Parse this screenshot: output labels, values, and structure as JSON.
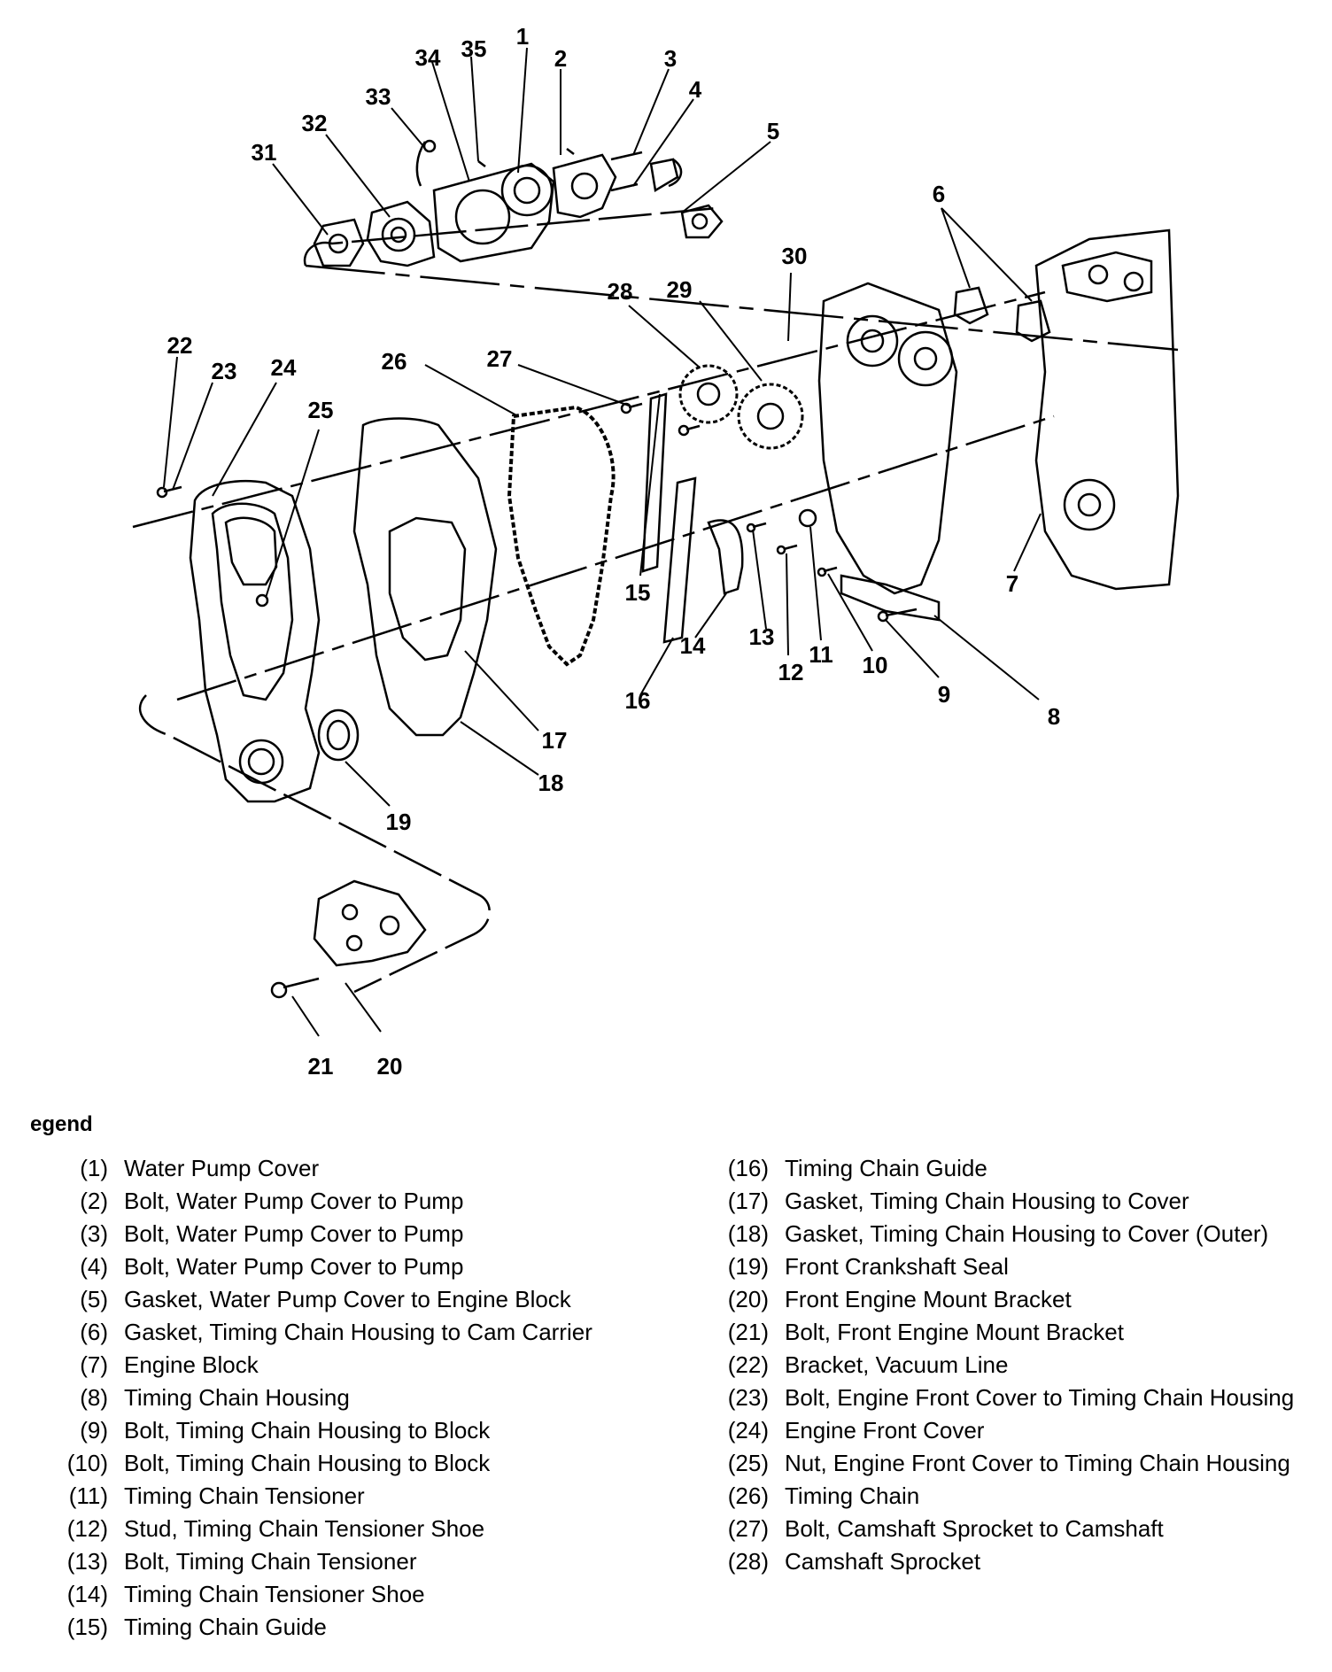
{
  "callouts": [
    "1",
    "2",
    "3",
    "4",
    "5",
    "6",
    "7",
    "8",
    "9",
    "10",
    "11",
    "12",
    "13",
    "14",
    "15",
    "16",
    "17",
    "18",
    "19",
    "20",
    "21",
    "22",
    "23",
    "24",
    "25",
    "26",
    "27",
    "28",
    "29",
    "30",
    "31",
    "32",
    "33",
    "34",
    "35"
  ],
  "legend": {
    "title": "egend",
    "left": [
      {
        "num": "(1)",
        "text": "Water Pump Cover"
      },
      {
        "num": "(2)",
        "text": "Bolt, Water Pump Cover to Pump"
      },
      {
        "num": "(3)",
        "text": "Bolt, Water Pump Cover to Pump"
      },
      {
        "num": "(4)",
        "text": "Bolt, Water Pump Cover to Pump"
      },
      {
        "num": "(5)",
        "text": "Gasket, Water Pump Cover to Engine Block"
      },
      {
        "num": "(6)",
        "text": "Gasket, Timing Chain Housing to Cam Carrier"
      },
      {
        "num": "(7)",
        "text": "Engine Block"
      },
      {
        "num": "(8)",
        "text": "Timing Chain Housing"
      },
      {
        "num": "(9)",
        "text": "Bolt, Timing Chain Housing to Block"
      },
      {
        "num": "(10)",
        "text": "Bolt, Timing Chain Housing to Block"
      },
      {
        "num": "(11)",
        "text": "Timing Chain Tensioner"
      },
      {
        "num": "(12)",
        "text": "Stud, Timing Chain Tensioner Shoe"
      },
      {
        "num": "(13)",
        "text": "Bolt, Timing Chain Tensioner"
      },
      {
        "num": "(14)",
        "text": "Timing Chain Tensioner Shoe"
      },
      {
        "num": "(15)",
        "text": "Timing Chain Guide"
      }
    ],
    "right": [
      {
        "num": "(16)",
        "text": "Timing Chain Guide"
      },
      {
        "num": "(17)",
        "text": "Gasket, Timing Chain Housing to Cover"
      },
      {
        "num": "(18)",
        "text": "Gasket, Timing Chain Housing to Cover (Outer)"
      },
      {
        "num": "(19)",
        "text": "Front Crankshaft Seal"
      },
      {
        "num": "(20)",
        "text": "Front Engine Mount Bracket"
      },
      {
        "num": "(21)",
        "text": "Bolt, Front Engine Mount Bracket"
      },
      {
        "num": "(22)",
        "text": "Bracket, Vacuum Line"
      },
      {
        "num": "(23)",
        "text": "Bolt, Engine Front Cover to Timing Chain Housing"
      },
      {
        "num": "(24)",
        "text": "Engine Front Cover"
      },
      {
        "num": "(25)",
        "text": "Nut, Engine Front Cover to Timing Chain Housing"
      },
      {
        "num": "(26)",
        "text": "Timing Chain"
      },
      {
        "num": "(27)",
        "text": "Bolt, Camshaft Sprocket to Camshaft"
      },
      {
        "num": "(28)",
        "text": "Camshaft Sprocket"
      }
    ]
  }
}
